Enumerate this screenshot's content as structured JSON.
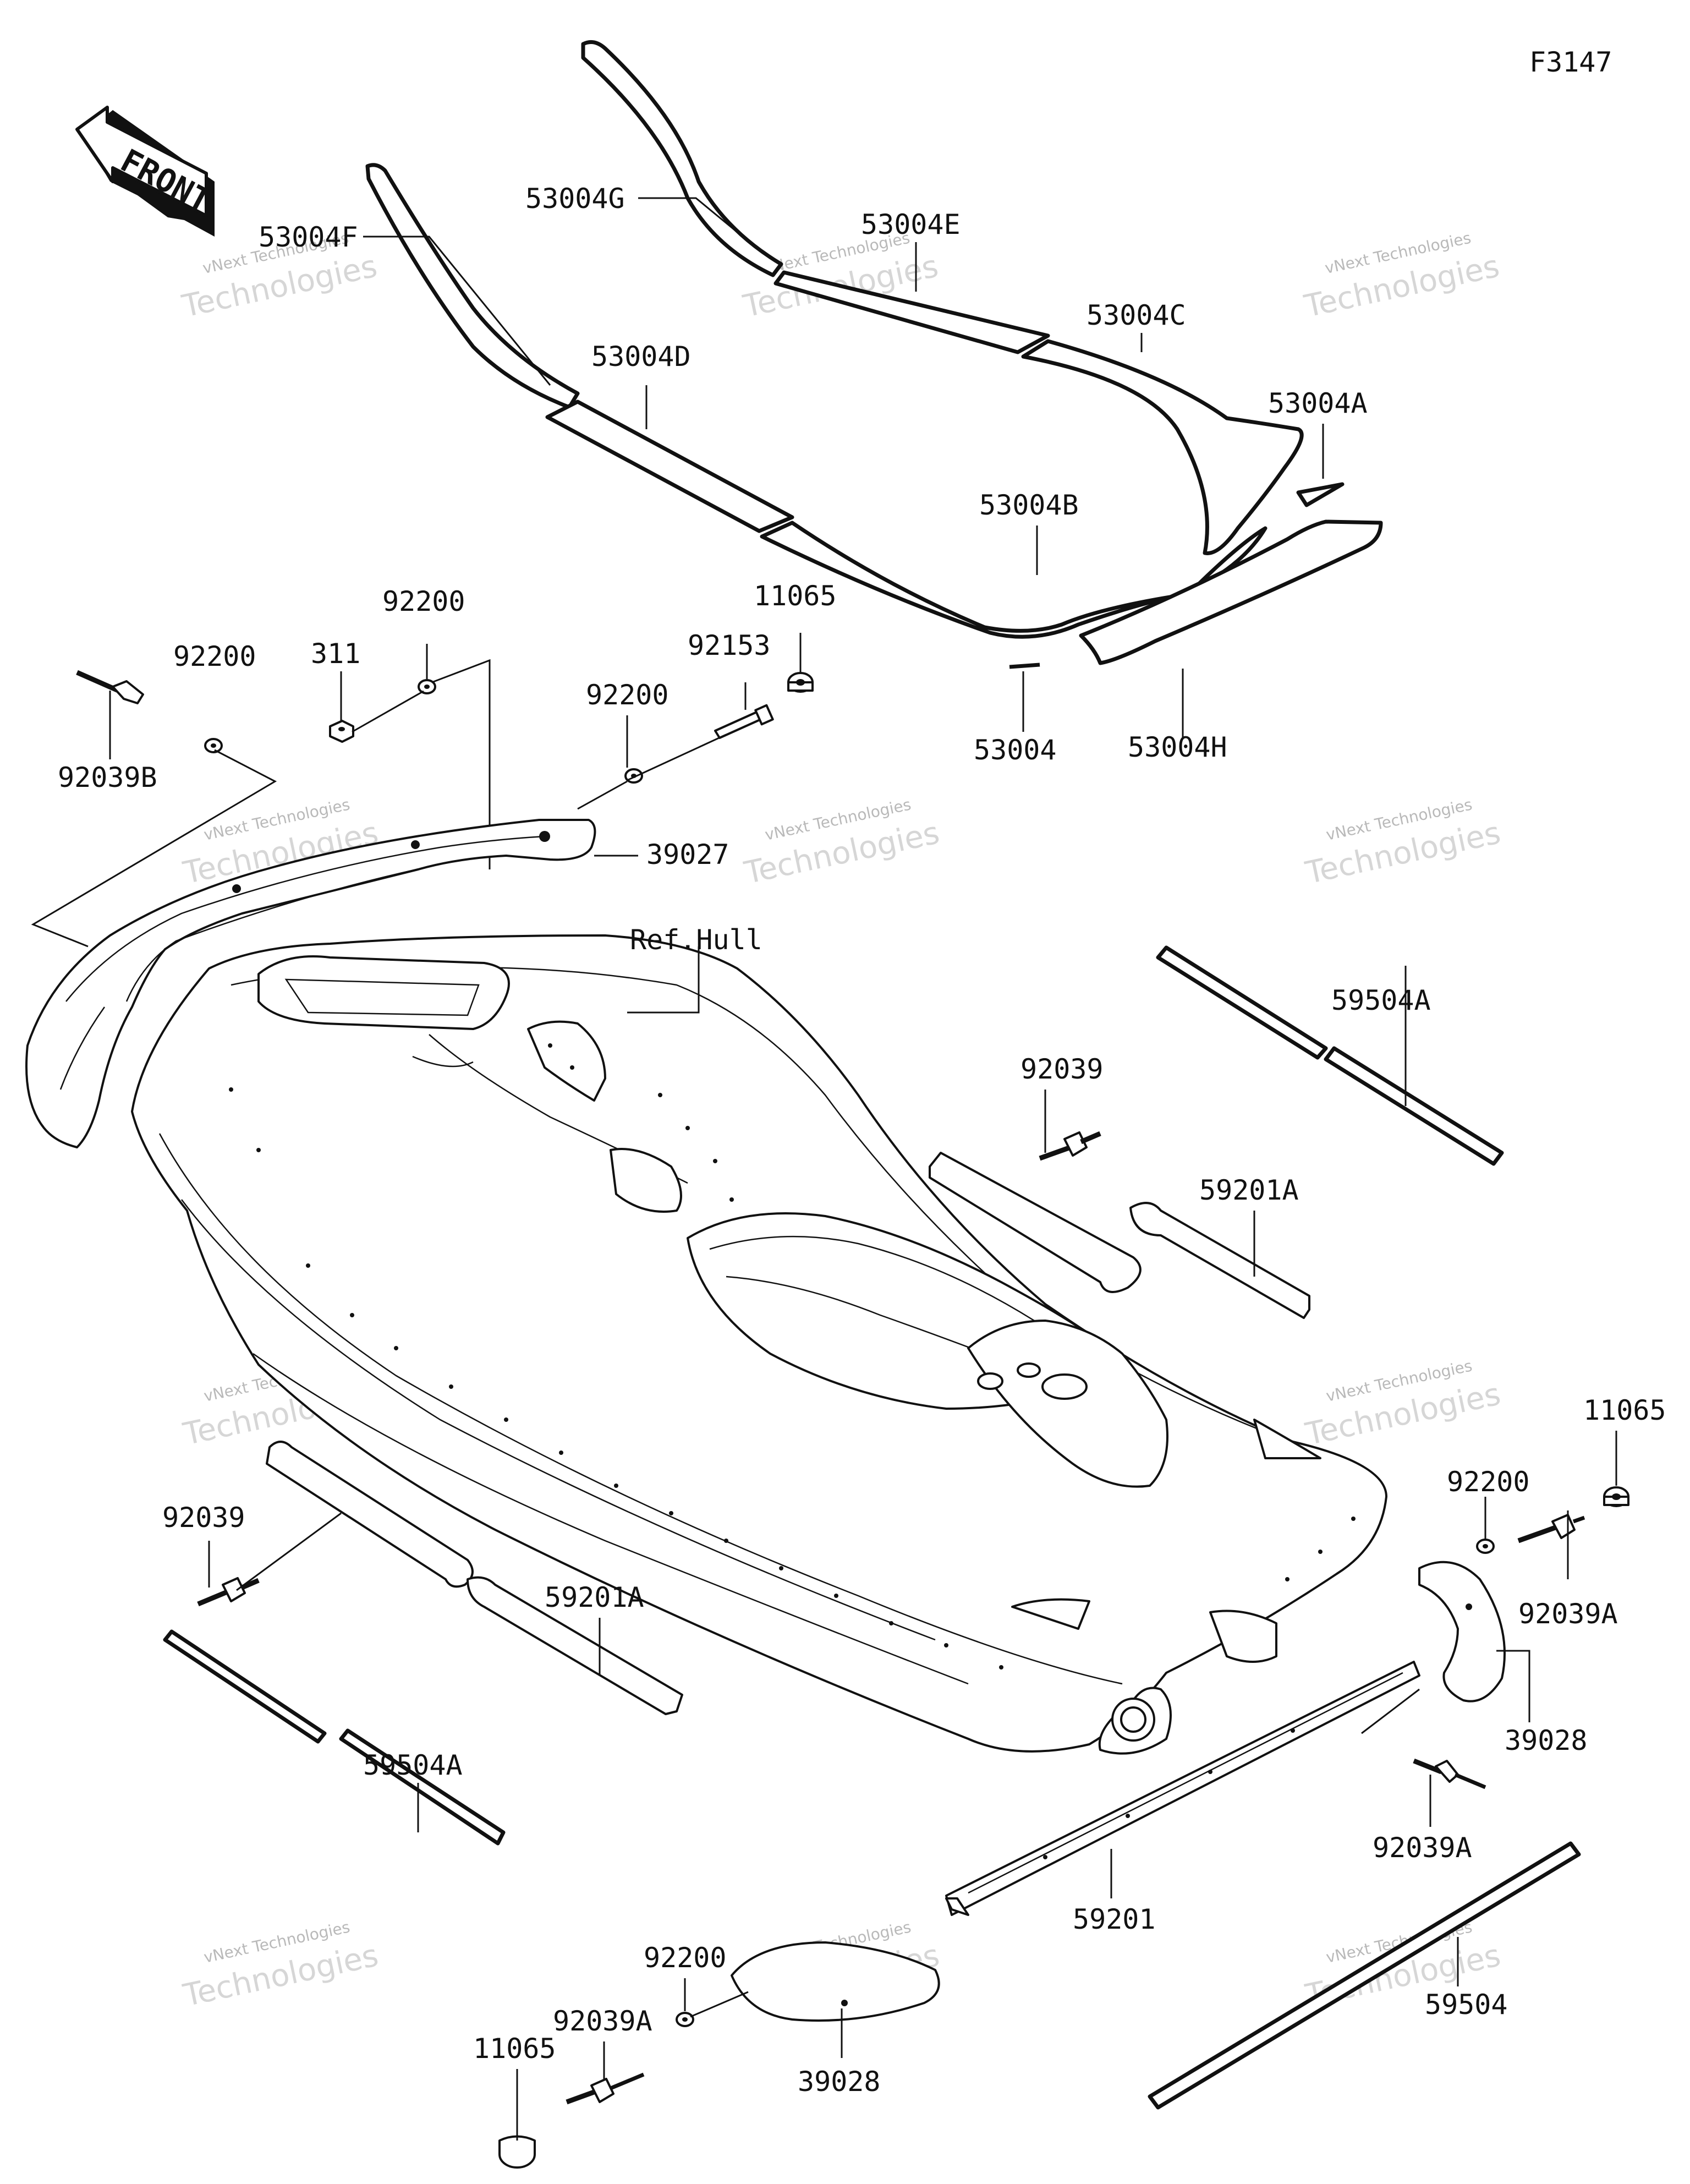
{
  "figure_code": "F3147",
  "front_label": "FRONT",
  "ref_hull_label": "Ref.Hull",
  "watermark": {
    "line1": "vNext Technologies",
    "line2": "Technologies"
  },
  "labels": {
    "p53004G": "53004G",
    "p53004F": "53004F",
    "p53004E": "53004E",
    "p53004D": "53004D",
    "p53004C": "53004C",
    "p53004A": "53004A",
    "p53004B": "53004B",
    "p53004": "53004",
    "p53004H": "53004H",
    "p11065_top": "11065",
    "p92153": "92153",
    "p92200_mid": "92200",
    "p92200_top": "92200",
    "p311": "311",
    "p92200_left": "92200",
    "p92039B": "92039B",
    "p39027": "39027",
    "p59504A_top": "59504A",
    "p92039_right": "92039",
    "p59201A_right": "59201A",
    "p11065_right": "11065",
    "p92200_right": "92200",
    "p92039A_right": "92039A",
    "p39028_right": "39028",
    "p92039A_lower": "92039A",
    "p92039_left": "92039",
    "p59201A_left": "59201A",
    "p59504A_left": "59504A",
    "p59201": "59201",
    "p59504": "59504",
    "p92200_bottom": "92200",
    "p92039A_bottom": "92039A",
    "p11065_bottom": "11065",
    "p39028_bottom": "39028"
  }
}
